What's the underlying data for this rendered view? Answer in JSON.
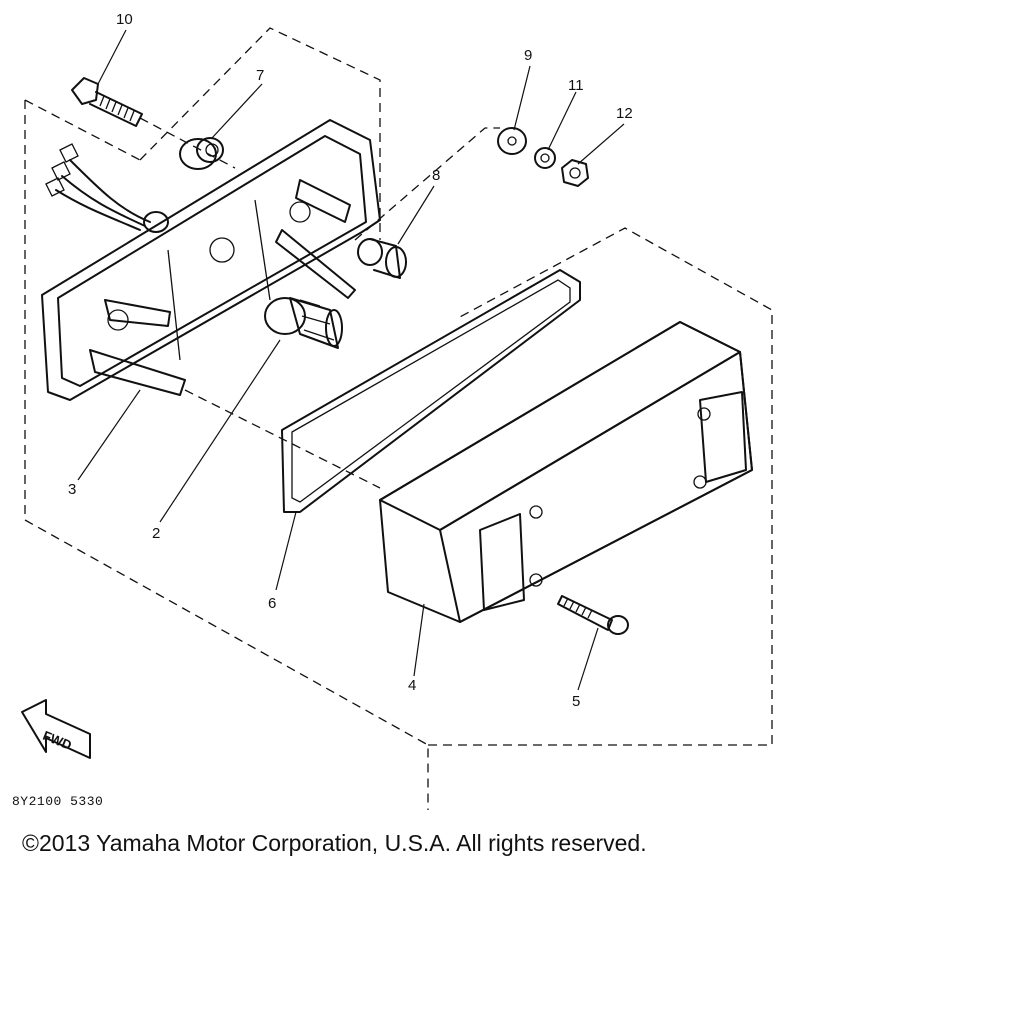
{
  "callouts": [
    "10",
    "7",
    "9",
    "11",
    "12",
    "8",
    "3",
    "2",
    "6",
    "4",
    "5"
  ],
  "fwd_label": "FWD",
  "part_code": "8Y2100 5330",
  "copyright": "©2013 Yamaha Motor Corporation, U.S.A. All rights reserved."
}
